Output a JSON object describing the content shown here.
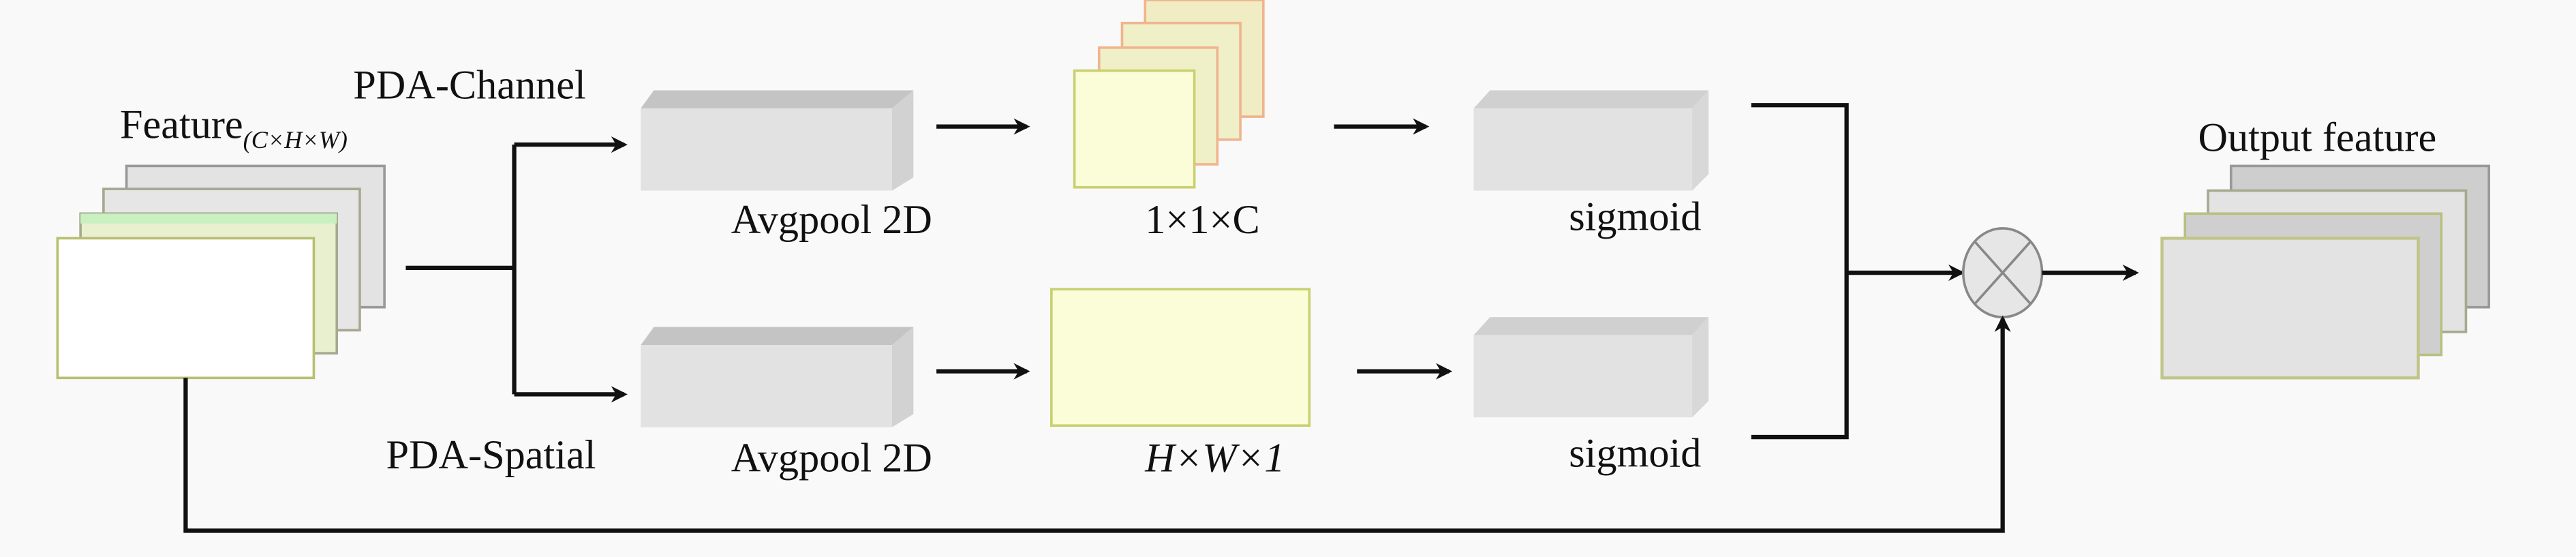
{
  "labels": {
    "feature": "Feature",
    "feature_sub": "(C×H×W)",
    "pda_channel": "PDA-Channel",
    "pda_spatial": "PDA-Spatial",
    "avgpool_top": "Avgpool 2D",
    "avgpool_bottom": "Avgpool 2D",
    "channel_dims": "1×1×C",
    "spatial_dims": "H×W×1",
    "sigmoid_top": "sigmoid",
    "sigmoid_bottom": "sigmoid",
    "output": "Output feature"
  },
  "colors": {
    "background": "#f9f9f9",
    "block": "#e2e2e2",
    "block_top": "#c4c4c4",
    "yellow": "#fbfdd8",
    "orange_border": "#f0b48e",
    "line": "#111111"
  }
}
